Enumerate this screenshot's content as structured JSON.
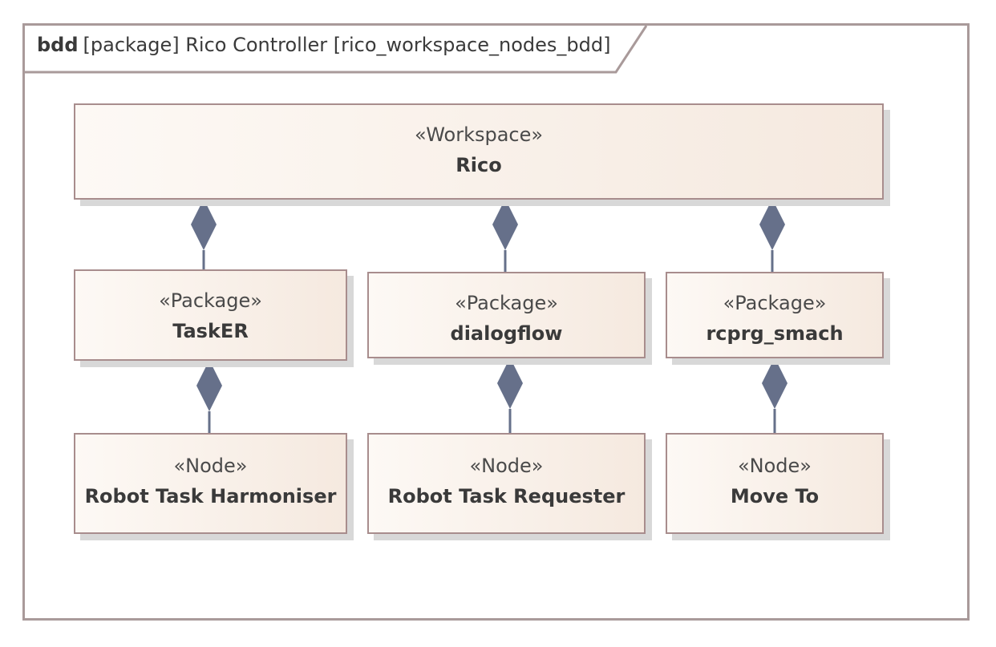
{
  "frame": {
    "kind": "bdd",
    "title": "[package] Rico Controller [rico_workspace_nodes_bdd]"
  },
  "workspace": {
    "stereotype": "«Workspace»",
    "name": "Rico"
  },
  "packages": [
    {
      "stereotype": "«Package»",
      "name": "TaskER"
    },
    {
      "stereotype": "«Package»",
      "name": "dialogflow"
    },
    {
      "stereotype": "«Package»",
      "name": "rcprg_smach"
    }
  ],
  "nodes": [
    {
      "stereotype": "«Node»",
      "name": "Robot Task Harmoniser"
    },
    {
      "stereotype": "«Node»",
      "name": "Robot Task Requester"
    },
    {
      "stereotype": "«Node»",
      "name": "Move To"
    }
  ],
  "colors": {
    "frame_border": "#a99a9a",
    "block_border": "#a88d8d",
    "block_fill_start": "#fdf9f5",
    "block_fill_end": "#f5e9df",
    "composition_diamond": "#66708a"
  },
  "relations": [
    {
      "type": "composition",
      "whole": "Rico",
      "part": "TaskER"
    },
    {
      "type": "composition",
      "whole": "Rico",
      "part": "dialogflow"
    },
    {
      "type": "composition",
      "whole": "Rico",
      "part": "rcprg_smach"
    },
    {
      "type": "composition",
      "whole": "TaskER",
      "part": "Robot Task Harmoniser"
    },
    {
      "type": "composition",
      "whole": "dialogflow",
      "part": "Robot Task Requester"
    },
    {
      "type": "composition",
      "whole": "rcprg_smach",
      "part": "Move To"
    }
  ]
}
